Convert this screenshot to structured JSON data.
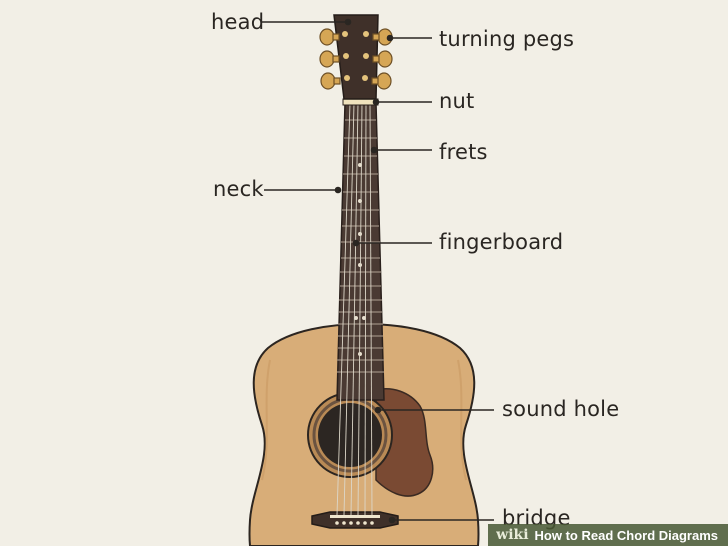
{
  "labels": {
    "head": "head",
    "turning_pegs": "turning pegs",
    "nut": "nut",
    "frets": "frets",
    "neck": "neck",
    "fingerboard": "fingerboard",
    "sound_hole": "sound hole",
    "bridge": "bridge"
  },
  "watermark": {
    "brand": "wiki",
    "title": "How to Read Chord Diagrams"
  },
  "colors": {
    "background": "#f2efe6",
    "body_wood": "#d8ad78",
    "fingerboard": "#4a3a33",
    "headstock": "#3f3029",
    "pegs": "#d6a655",
    "pickguard": "#7a4a33",
    "leader_line": "#2a2622"
  }
}
